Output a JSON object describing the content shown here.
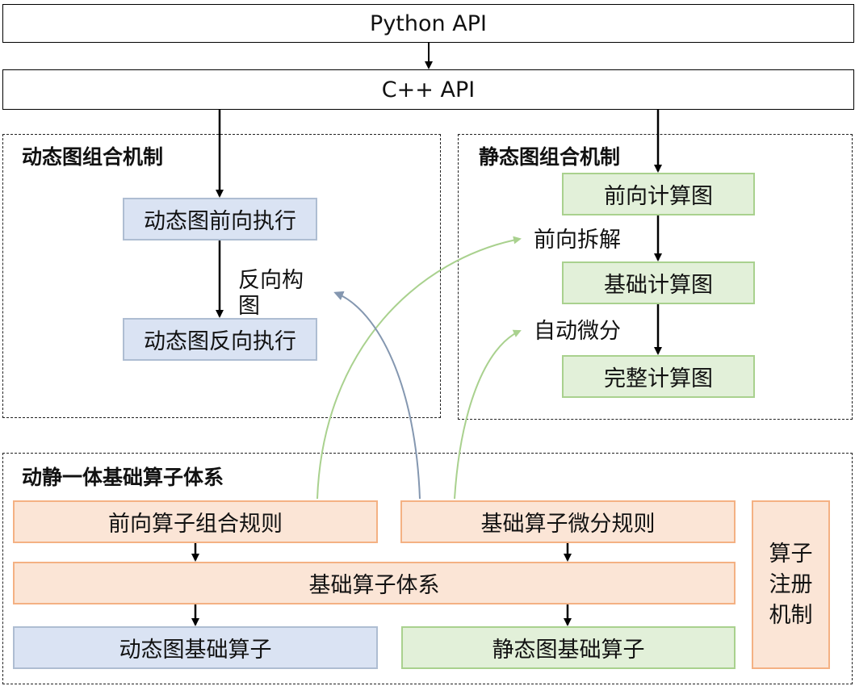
{
  "top": {
    "python_api": "Python API",
    "cpp_api": "C++ API"
  },
  "dynamic_group": {
    "title": "动态图组合机制",
    "forward_exec": "动态图前向执行",
    "backward_build": "反向构图",
    "backward_exec": "动态图反向执行"
  },
  "static_group": {
    "title": "静态图组合机制",
    "forward_graph": "前向计算图",
    "forward_decompose": "前向拆解",
    "base_graph": "基础计算图",
    "autodiff": "自动微分",
    "full_graph": "完整计算图"
  },
  "operator_group": {
    "title": "动静一体基础算子体系",
    "forward_rules": "前向算子组合规则",
    "diff_rules": "基础算子微分规则",
    "base_system": "基础算子体系",
    "dynamic_ops": "动态图基础算子",
    "static_ops": "静态图基础算子",
    "registration": "算子注册机制"
  },
  "colors": {
    "blue_fill": "#dae3f3",
    "green_fill": "#e2f0d9",
    "orange_fill": "#fbe5d6",
    "green_arrow": "#a9d18e",
    "blue_arrow": "#8497b0"
  }
}
